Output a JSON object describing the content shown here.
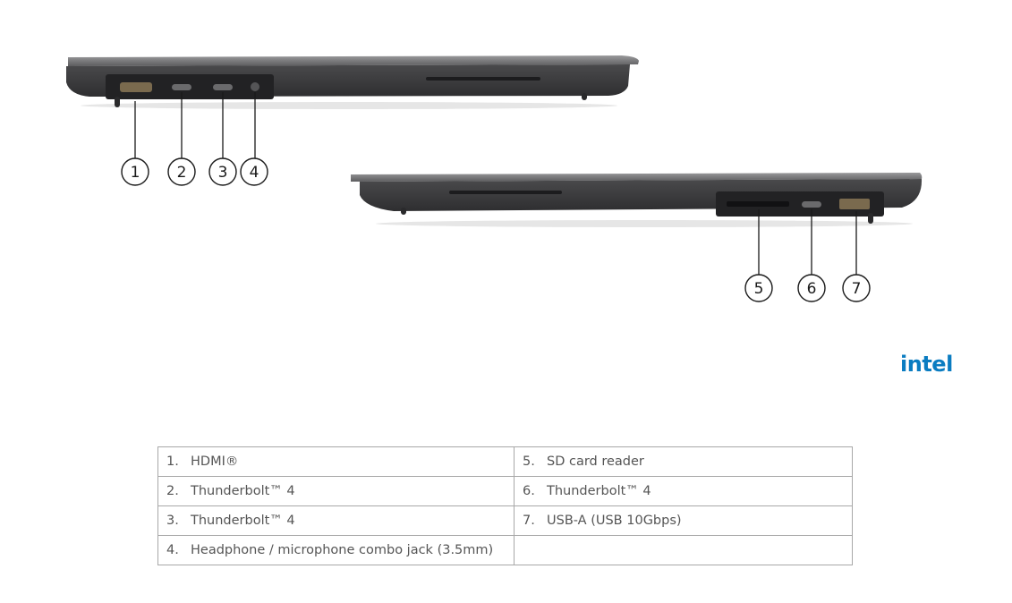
{
  "callouts": [
    "1",
    "2",
    "3",
    "4",
    "5",
    "6",
    "7"
  ],
  "logo": {
    "text": "intel",
    "color": "#0a7cc1"
  },
  "ports_table": {
    "rows": [
      {
        "left": {
          "num": "1.",
          "label": "HDMI®"
        },
        "right": {
          "num": "5.",
          "label": "SD card reader"
        }
      },
      {
        "left": {
          "num": "2.",
          "label": "Thunderbolt™ 4"
        },
        "right": {
          "num": "6.",
          "label": "Thunderbolt™ 4"
        }
      },
      {
        "left": {
          "num": "3.",
          "label": "Thunderbolt™ 4"
        },
        "right": {
          "num": "7.",
          "label": "USB-A (USB 10Gbps)"
        }
      },
      {
        "left": {
          "num": "4.",
          "label": "Headphone / microphone combo jack (3.5mm)"
        },
        "right": {
          "num": "",
          "label": ""
        }
      }
    ]
  },
  "colors": {
    "chassis": "#3d3d3f",
    "lid": "#6e6e70",
    "table_border": "#a8a8a8",
    "text": "#555555"
  }
}
